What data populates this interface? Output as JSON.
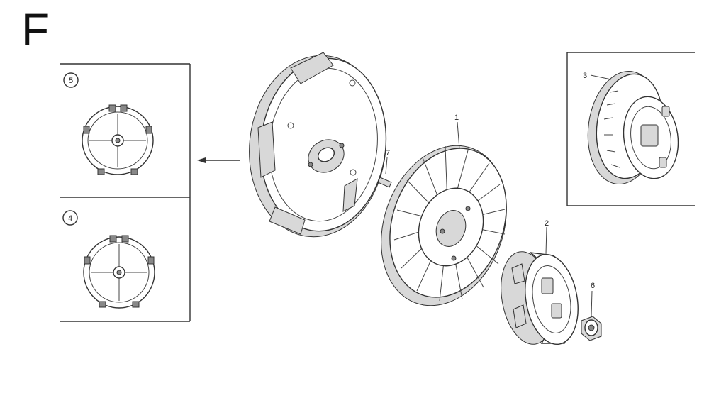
{
  "diagram": {
    "section_letter": "F",
    "callouts": {
      "fan": "1",
      "starter_pulley": "2",
      "recoil_cup": "3",
      "variant_four": "4",
      "variant_five": "5",
      "nut": "6",
      "key": "7"
    }
  }
}
